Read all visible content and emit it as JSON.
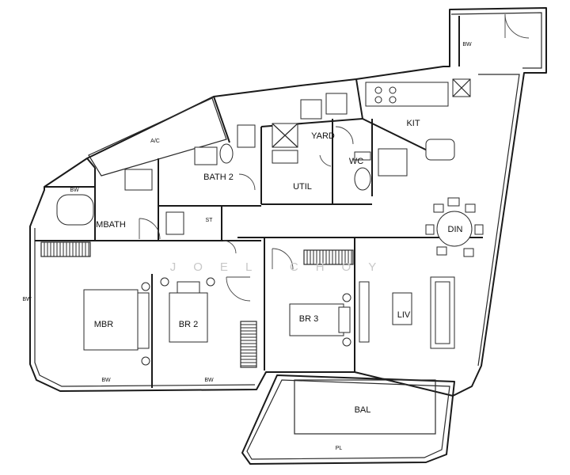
{
  "plan": {
    "rooms": {
      "ac": "A/C",
      "bw_top_right": "BW",
      "bw_mbath": "BW",
      "bw_left": "BW",
      "bw_bottom_mbr": "BW",
      "bw_bottom_br2": "BW",
      "kit": "KIT",
      "yard": "YARD",
      "wc": "WC",
      "util": "UTIL",
      "bath2": "BATH 2",
      "mbath": "MBATH",
      "st": "ST",
      "din": "DIN",
      "mbr": "MBR",
      "br2": "BR 2",
      "br3": "BR 3",
      "liv": "LIV",
      "bal": "BAL",
      "pl": "PL"
    },
    "watermark": "JOEL CHOY"
  }
}
